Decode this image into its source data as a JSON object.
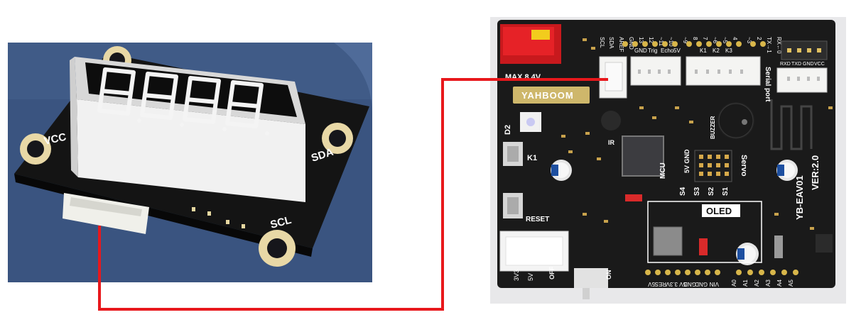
{
  "display_module": {
    "pin_labels": {
      "vcc": "VCC",
      "sda": "SDA",
      "scl": "SCL"
    },
    "digit_count": 4
  },
  "board": {
    "logo": "YAHBOOM",
    "max_voltage": "MAX 8.4V",
    "model": "YB-EAV01",
    "version": "VER:2.0",
    "oled_label": "OLED",
    "servo_label": "Servo",
    "mcu_label": "MCU",
    "buzzer_label": "BUZZER",
    "serial_port_label": "Serial port",
    "reset_label": "RESET",
    "k1_label": "K1",
    "d2_label": "D2",
    "ir_label": "IR",
    "on_label": "ON",
    "off_label": "OFF",
    "five_v_gnd": "5V GND",
    "switch_labels": [
      "S4",
      "S3",
      "S2",
      "S1"
    ],
    "voltage_3v3": "3V3",
    "voltage_5v": "5V",
    "top_header_labels": [
      "SCL",
      "SDA",
      "AREF",
      "GND",
      "13",
      "12",
      "~11",
      "~10",
      "~9",
      "8",
      "7",
      "~6",
      "~5",
      "4",
      "~3",
      "2",
      "TX→1",
      "RX←0"
    ],
    "bottom_header_labels": [
      "VIN",
      "GND",
      "GND",
      "5V",
      "3.3V",
      "RES",
      "5V"
    ],
    "analog_labels": [
      "A0",
      "A1",
      "A2",
      "A3",
      "A4",
      "A5"
    ],
    "connector_labels": {
      "gnd": "GND",
      "trig": "Trig",
      "echo": "Echo",
      "five_v": "5V",
      "k1": "K1",
      "k2": "K2",
      "k3": "K3"
    },
    "serial_pins": [
      "RXD",
      "TXD",
      "GND",
      "VCC"
    ]
  },
  "wire_color": "#e8181c"
}
